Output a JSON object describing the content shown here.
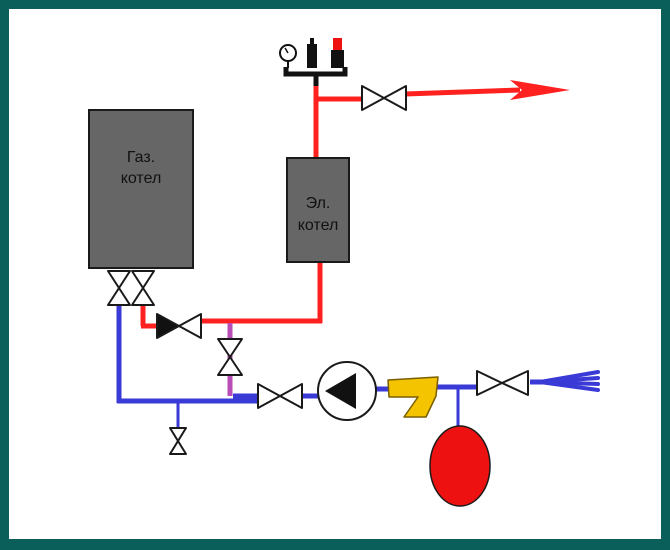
{
  "colors": {
    "frame": "#0b5f5a",
    "background": "#ffffff",
    "hot_pipe": "#ff2020",
    "cold_pipe": "#3a3ad6",
    "bypass_pipe": "#b84db8",
    "boiler_fill": "#666666",
    "pump_body": "#ffffff",
    "filter": "#f5c400",
    "expansion_tank": "#ee1111"
  },
  "gas_boiler": {
    "line1": "Газ.",
    "line2": "котел"
  },
  "electric_boiler": {
    "line1": "Эл.",
    "line2": "котел"
  },
  "icons": {
    "safety_group": "pressure-gauge-and-safety-valve",
    "pump": "circulation-pump",
    "filter": "strainer-filter",
    "tank": "expansion-tank",
    "valve": "ball-valve",
    "check_valve": "check-valve"
  }
}
